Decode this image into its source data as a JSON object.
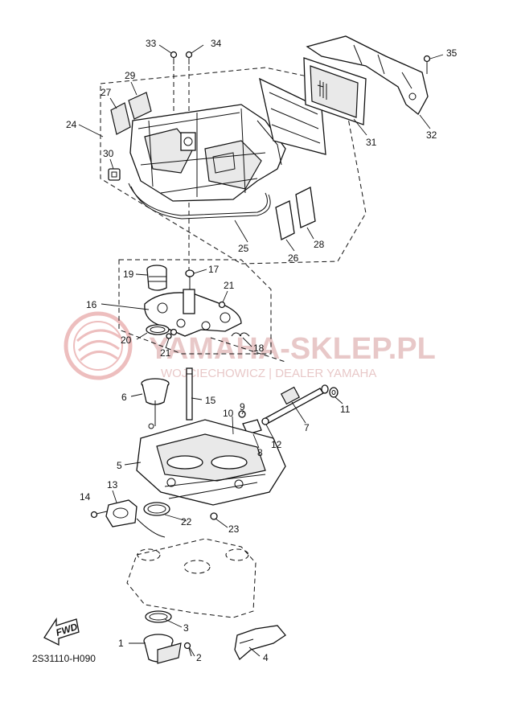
{
  "diagram_code": "2S31110-H090",
  "fwd_label": "FWD",
  "watermark": {
    "title": "YAMAHA-SKLEP.PL",
    "subtitle": "WOJCIECHOWICZ | DEALER YAMAHA"
  },
  "callouts": [
    "1",
    "2",
    "3",
    "4",
    "5",
    "6",
    "7",
    "8",
    "9",
    "10",
    "11",
    "12",
    "13",
    "14",
    "15",
    "16",
    "17",
    "18",
    "19",
    "20",
    "21",
    "21",
    "22",
    "23",
    "24",
    "25",
    "26",
    "27",
    "28",
    "29",
    "30",
    "31",
    "32",
    "33",
    "34",
    "35"
  ]
}
